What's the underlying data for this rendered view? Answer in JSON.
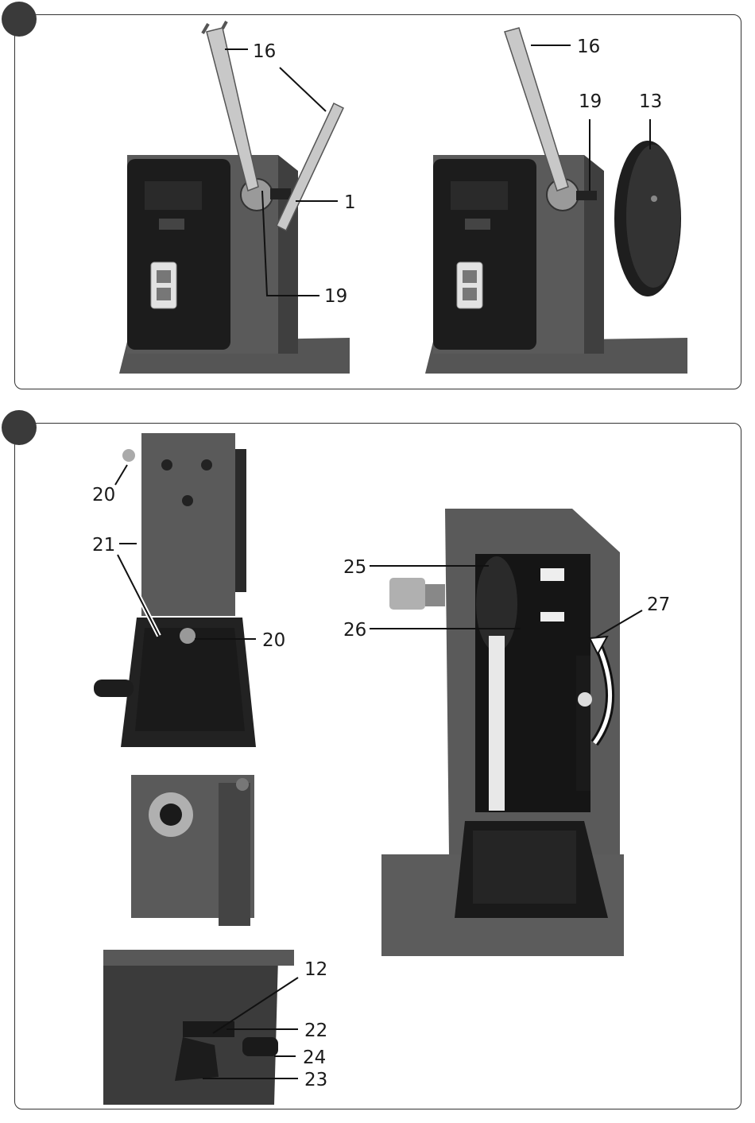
{
  "figure1": {
    "callouts": {
      "left_wrench_upper": "16",
      "left_wrench_lower": "19",
      "spindle": "1",
      "right_wrench": "16",
      "right_spindle": "19",
      "faceplate": "13"
    }
  },
  "figure2": {
    "callouts": {
      "knob_top": "20",
      "cover": "21",
      "knob_cover": "20",
      "pulley_large": "25",
      "belt": "26",
      "lever": "27",
      "plate_label": "12",
      "switch_base": "22",
      "lock_handle": "24",
      "lever_bottom": "23"
    }
  }
}
